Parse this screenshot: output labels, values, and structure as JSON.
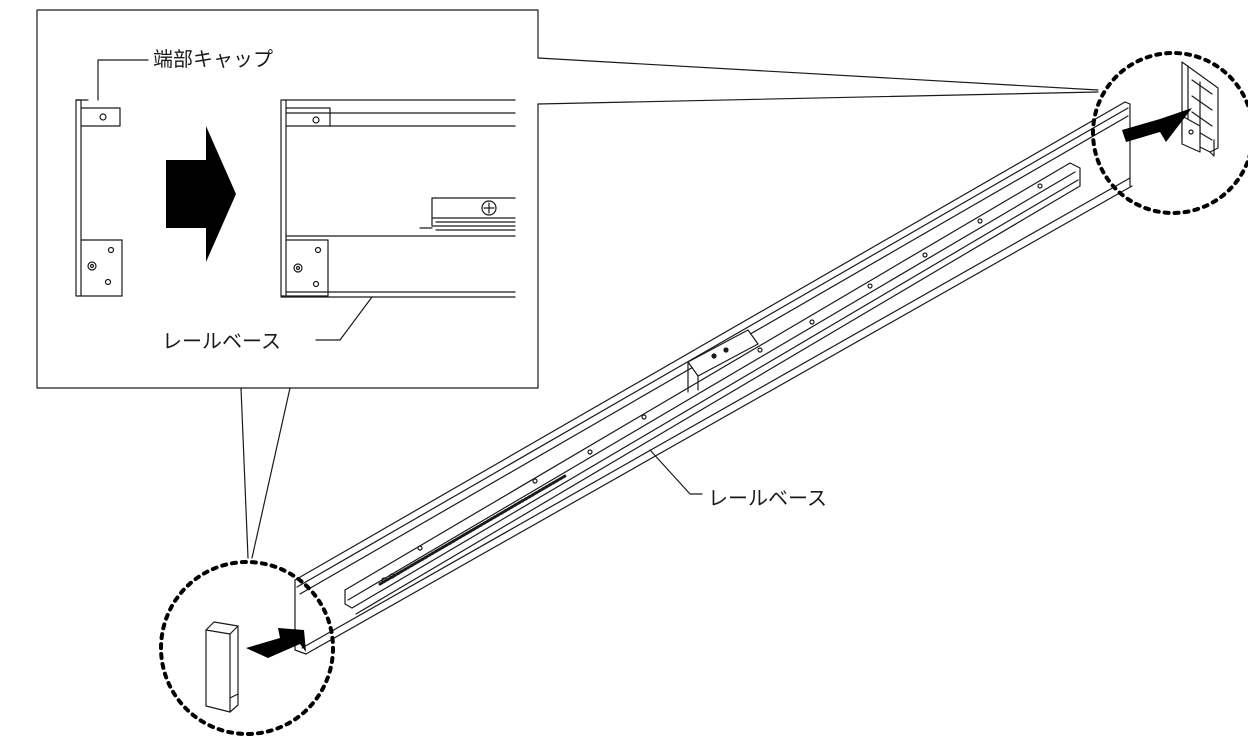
{
  "labels": {
    "end_cap": "端部キャップ",
    "rail_base_inset": "レールベース",
    "rail_base_main": "レールベース"
  },
  "colors": {
    "line": "#1a1a1a",
    "arrow": "#000000",
    "background": "#ffffff"
  },
  "icons": {
    "insert_arrow_inset": "arrow-right-icon",
    "insert_arrow_top": "arrow-left-icon",
    "insert_arrow_bottom": "arrow-right-icon",
    "screw": "screw-head-icon"
  }
}
